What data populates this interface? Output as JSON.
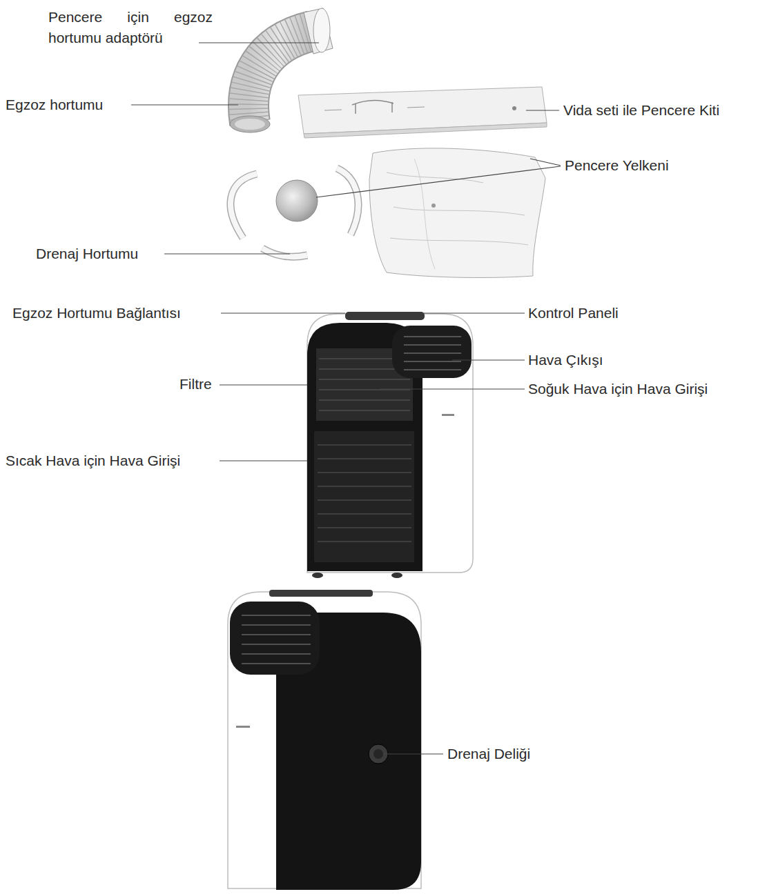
{
  "diagram": {
    "labels": [
      "Pencere için egzoz hortumu adaptörü",
      "Egzoz hortumu",
      "Vida seti ile Pencere Kiti",
      "Pencere Yelkeni",
      "Drenaj Hortumu",
      "Egzoz Hortumu Bağlantısı",
      "Kontrol Paneli",
      "Hava Çıkışı",
      "Filtre",
      "Soğuk Hava için Hava Girişi",
      "Sıcak Hava için Hava Girişi",
      "Drenaj Deliği"
    ]
  }
}
